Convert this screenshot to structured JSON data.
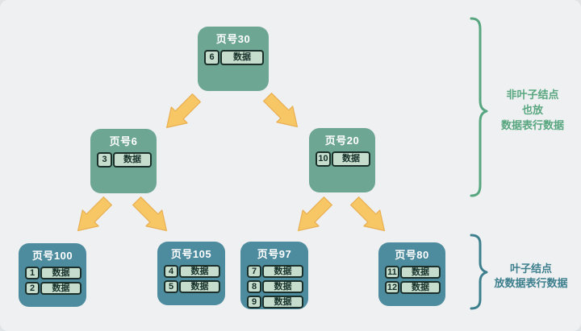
{
  "palette": {
    "background": "#eef0f1",
    "internal_node_fill": "#6ea694",
    "leaf_node_fill": "#4d8b9e",
    "record_fill": "#c6ddcd",
    "record_border": "#1b302a",
    "node_title_color": "#ffffff",
    "arrow_fill": "#f7c765",
    "arrow_edge": "#e9af52",
    "nonleaf_annotation_color": "#58a67f",
    "leaf_annotation_color": "#3e7f8e"
  },
  "icons": {
    "arrow": "down-diagonal-arrow",
    "brace": "right-curly-brace"
  },
  "tree": {
    "root": {
      "title": "页号30",
      "records": [
        {
          "key": "6",
          "value": "数据"
        }
      ]
    },
    "internal_nodes": [
      {
        "title": "页号6",
        "records": [
          {
            "key": "3",
            "value": "数据"
          }
        ]
      },
      {
        "title": "页号20",
        "records": [
          {
            "key": "10",
            "value": "数据"
          }
        ]
      }
    ],
    "leaf_nodes": [
      {
        "title": "页号100",
        "records": [
          {
            "key": "1",
            "value": "数据"
          },
          {
            "key": "2",
            "value": "数据"
          }
        ]
      },
      {
        "title": "页号105",
        "records": [
          {
            "key": "4",
            "value": "数据"
          },
          {
            "key": "5",
            "value": "数据"
          }
        ]
      },
      {
        "title": "页号97",
        "records": [
          {
            "key": "7",
            "value": "数据"
          },
          {
            "key": "8",
            "value": "数据"
          },
          {
            "key": "9",
            "value": "数据"
          }
        ]
      },
      {
        "title": "页号80",
        "records": [
          {
            "key": "11",
            "value": "数据"
          },
          {
            "key": "12",
            "value": "数据"
          }
        ]
      }
    ]
  },
  "annotations": {
    "nonleaf": {
      "lines": [
        "非叶子结点",
        "也放",
        "数据表行数据"
      ]
    },
    "leaf": {
      "lines": [
        "叶子结点",
        "放数据表行数据"
      ]
    }
  }
}
